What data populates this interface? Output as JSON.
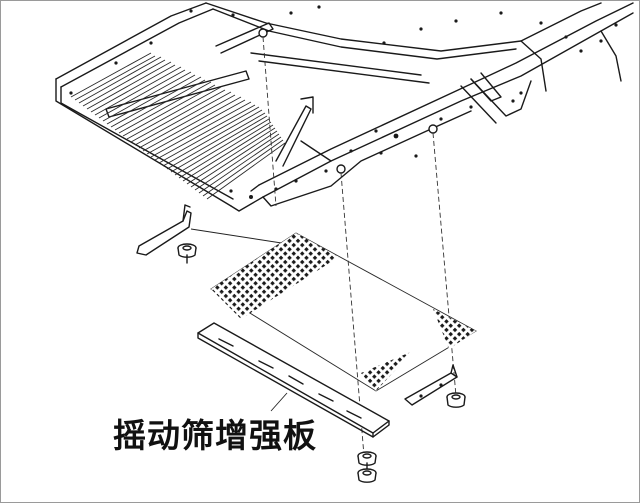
{
  "caption": "摇动筛增强板",
  "colors": {
    "line": "#1a1a1a",
    "mesh": "#1a1a1a",
    "border": "#9a9a9a",
    "background": "#ffffff"
  },
  "parts": [
    "sieve-frame",
    "left-bracket",
    "mesh-screen",
    "reinforcement-plate",
    "right-bracket",
    "rubber-mount-left",
    "rubber-mount-right",
    "rubber-mount-bottom"
  ]
}
